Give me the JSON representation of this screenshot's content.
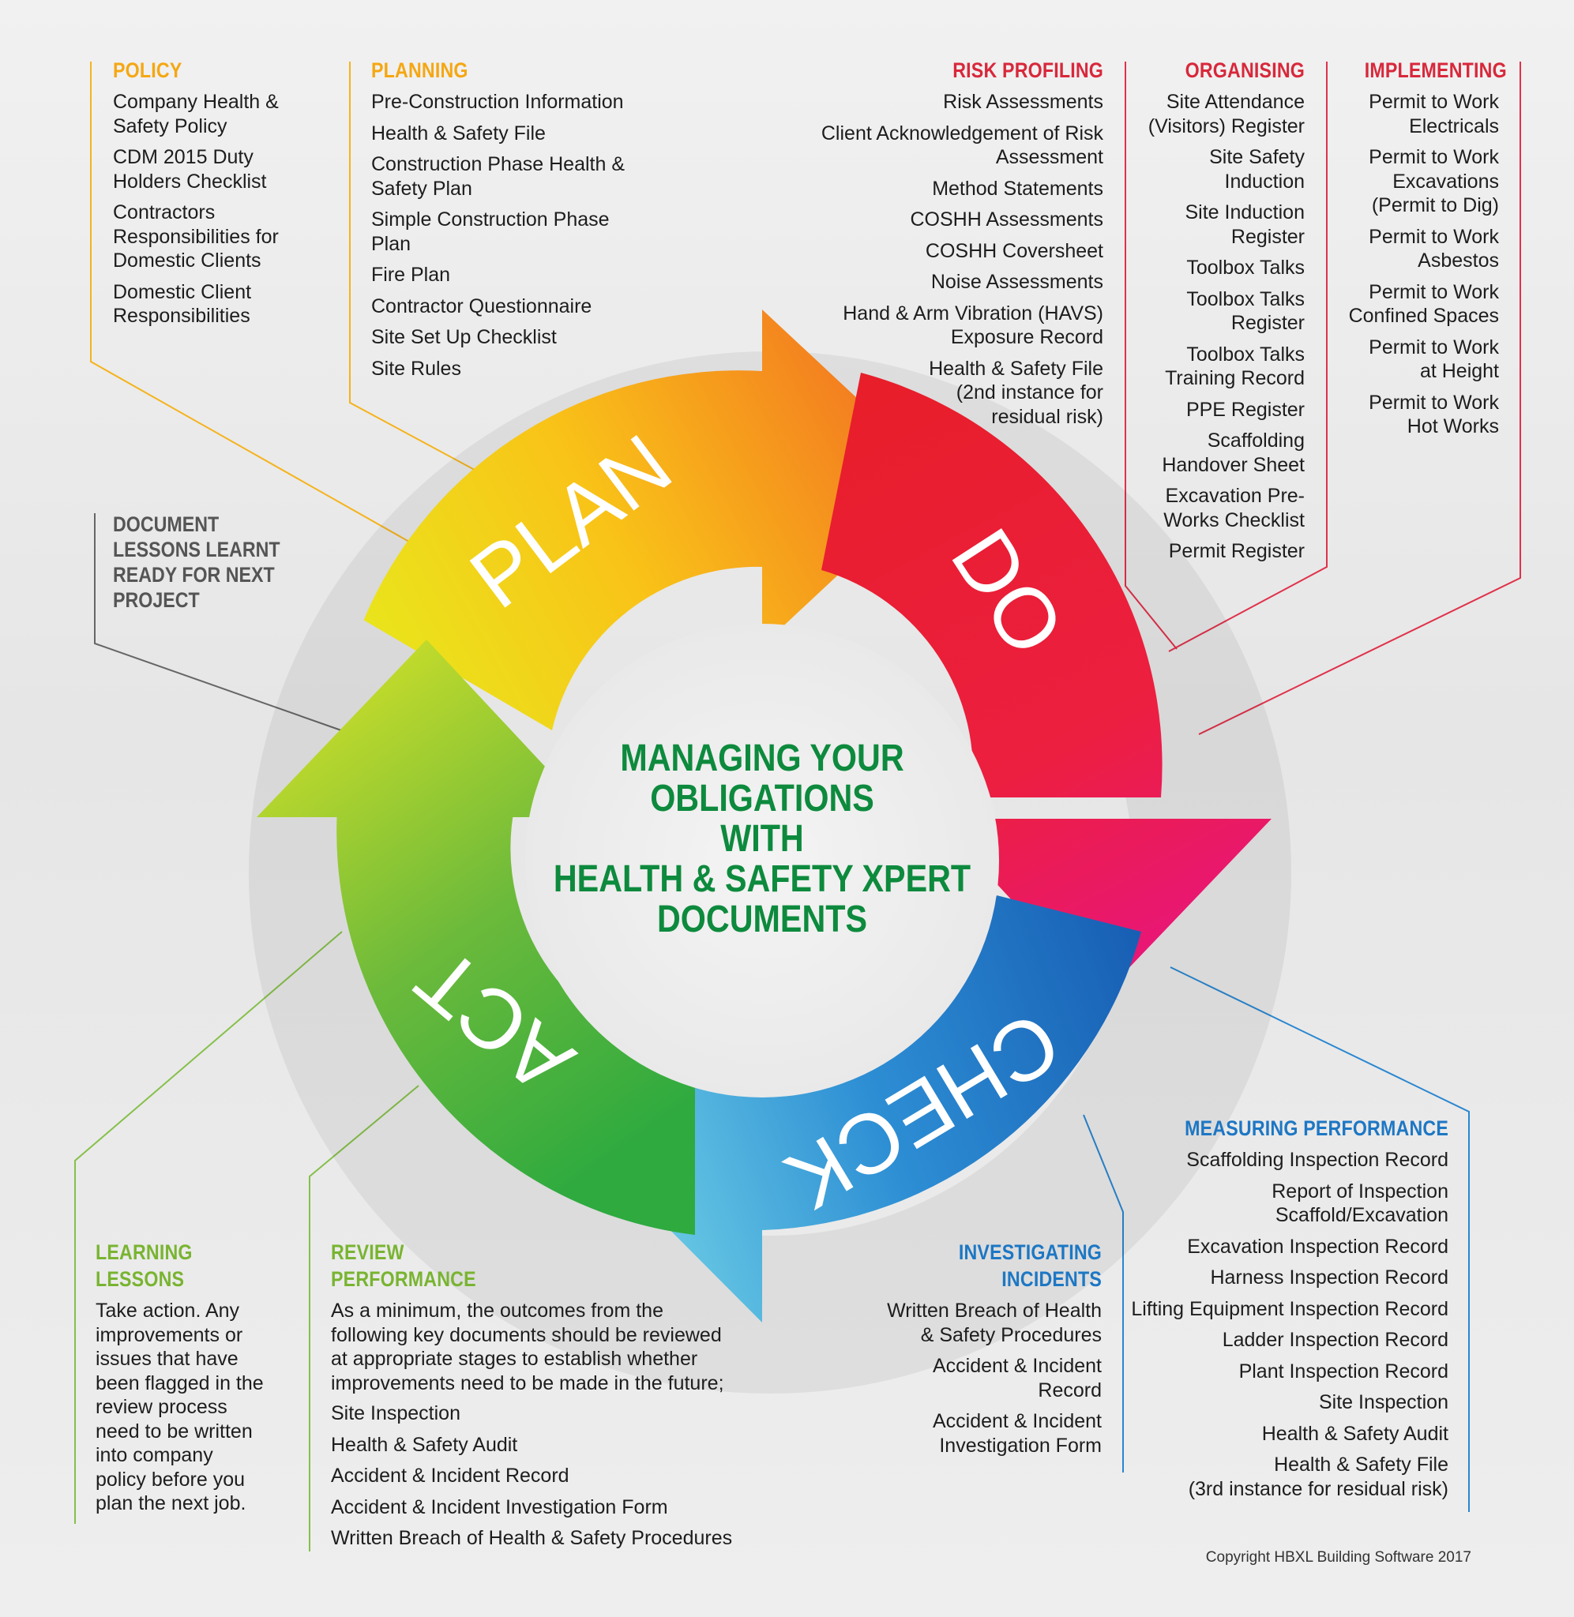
{
  "colors": {
    "plan": "#f5a712",
    "do": "#d8283b",
    "check": "#1d77c4",
    "act": "#79b431",
    "center_title": "#0d8a3d",
    "grey": "#555555"
  },
  "cycle": {
    "plan": "PLAN",
    "do": "DO",
    "check": "CHECK",
    "act": "ACT",
    "center_title": "MANAGING YOUR\nOBLIGATIONS\nWITH\nHEALTH & SAFETY XPERT\nDOCUMENTS"
  },
  "policy": {
    "heading": "POLICY",
    "items": [
      "Company Health &\nSafety Policy",
      "CDM 2015 Duty\nHolders Checklist",
      "Contractors\nResponsibilities for\nDomestic Clients",
      "Domestic Client\nResponsibilities"
    ]
  },
  "planning": {
    "heading": "PLANNING",
    "items": [
      "Pre-Construction Information",
      "Health & Safety File",
      "Construction Phase Health &\nSafety Plan",
      "Simple Construction Phase\nPlan",
      "Fire Plan",
      "Contractor Questionnaire",
      "Site Set Up Checklist",
      "Site Rules"
    ]
  },
  "risk_profiling": {
    "heading": "RISK PROFILING",
    "items": [
      "Risk Assessments",
      "Client Acknowledgement of Risk\nAssessment",
      "Method Statements",
      "COSHH Assessments",
      "COSHH Coversheet",
      "Noise Assessments",
      "Hand & Arm Vibration (HAVS)\nExposure Record",
      "Health & Safety File\n(2nd instance for\nresidual risk)"
    ]
  },
  "organising": {
    "heading": "ORGANISING",
    "items": [
      "Site Attendance\n(Visitors) Register",
      "Site Safety\nInduction",
      "Site Induction\nRegister",
      "Toolbox Talks",
      "Toolbox Talks\nRegister",
      "Toolbox Talks\nTraining Record",
      "PPE Register",
      "Scaffolding\nHandover Sheet",
      "Excavation Pre-\nWorks Checklist",
      "Permit Register"
    ]
  },
  "implementing": {
    "heading": "IMPLEMENTING",
    "items": [
      "Permit to Work\nElectricals",
      "Permit to Work\nExcavations\n(Permit to Dig)",
      "Permit to Work\nAsbestos",
      "Permit to Work\nConfined Spaces",
      "Permit to Work\nat Height",
      "Permit to Work\nHot Works"
    ]
  },
  "document_lessons": "DOCUMENT\nLESSONS LEARNT\nREADY FOR NEXT\nPROJECT",
  "measuring_performance": {
    "heading": "MEASURING PERFORMANCE",
    "items": [
      "Scaffolding Inspection Record",
      "Report of Inspection\nScaffold/Excavation",
      "Excavation Inspection Record",
      "Harness Inspection Record",
      "Lifting Equipment Inspection Record",
      "Ladder Inspection Record",
      "Plant Inspection Record",
      "Site Inspection",
      "Health & Safety Audit",
      "Health & Safety File\n(3rd instance for residual risk)"
    ]
  },
  "investigating_incidents": {
    "heading_1": "INVESTIGATING",
    "heading_2": "INCIDENTS",
    "items": [
      "Written Breach of Health\n& Safety Procedures",
      "Accident & Incident\nRecord",
      "Accident & Incident\nInvestigation Form"
    ]
  },
  "learning_lessons": {
    "heading_1": "LEARNING",
    "heading_2": "LESSONS",
    "text": "Take action. Any\nimprovements or\nissues that have\nbeen flagged in the\nreview process\nneed to be written\ninto company\npolicy before you\nplan the next job."
  },
  "review_performance": {
    "heading_1": "REVIEW",
    "heading_2": "PERFORMANCE",
    "intro": "As a minimum, the outcomes from the\nfollowing key documents should be reviewed\nat appropriate stages to establish whether\nimprovements need to be made in the future;",
    "items": [
      "Site Inspection",
      "Health & Safety Audit",
      "Accident & Incident Record",
      "Accident & Incident Investigation Form",
      "Written Breach of Health & Safety Procedures"
    ]
  },
  "copyright": "Copyright HBXL Building Software 2017"
}
